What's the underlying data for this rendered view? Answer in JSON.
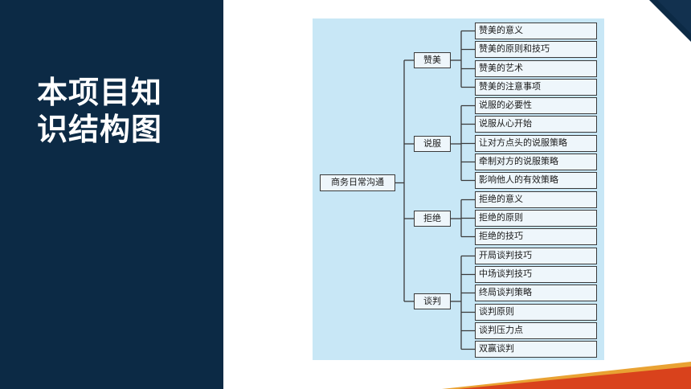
{
  "slide": {
    "title_line1": "本项目知",
    "title_line2": "识结构图"
  },
  "colors": {
    "sidebar": "#0c2a45",
    "diagram_bg": "#c8e7f6",
    "accent_red": "#d9421c",
    "accent_gold": "#e9a233"
  },
  "diagram": {
    "root": "商务日常沟通",
    "branches": [
      {
        "label": "赞美",
        "items": [
          "赞美的意义",
          "赞美的原则和技巧",
          "赞美的艺术",
          "赞美的注意事项"
        ]
      },
      {
        "label": "说服",
        "items": [
          "说服的必要性",
          "说服从心开始",
          "让对方点头的说服策略",
          "牵制对方的说服策略",
          "影响他人的有效策略"
        ]
      },
      {
        "label": "拒绝",
        "items": [
          "拒绝的意义",
          "拒绝的原则",
          "拒绝的技巧"
        ]
      },
      {
        "label": "谈判",
        "items": [
          "开局谈判技巧",
          "中场谈判技巧",
          "终局谈判策略",
          "谈判原则",
          "谈判压力点",
          "双赢谈判"
        ]
      }
    ]
  }
}
